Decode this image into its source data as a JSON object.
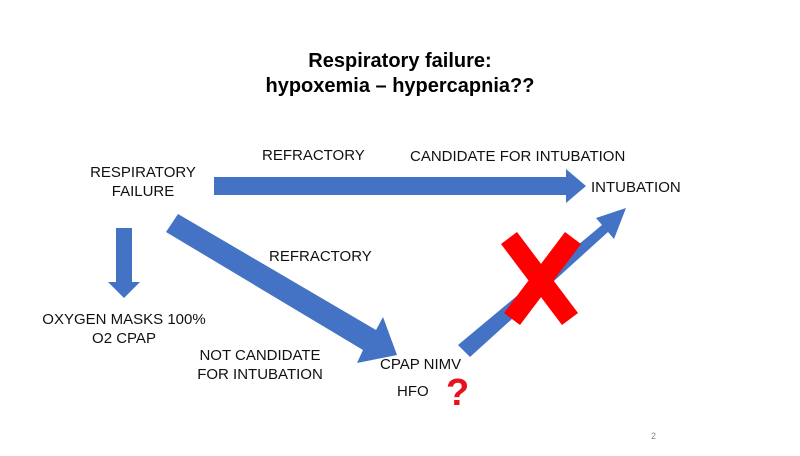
{
  "slide": {
    "title_line1": "Respiratory failure:",
    "title_line2": "hypoxemia – hypercapnia??",
    "page_number": "2"
  },
  "nodes": {
    "respiratory_failure_line1": "RESPIRATORY",
    "respiratory_failure_line2": "FAILURE",
    "intubation": "INTUBATION",
    "oxygen_line1": "OXYGEN MASKS 100%",
    "oxygen_line2": "O2 CPAP",
    "cpap_nimv": "CPAP NIMV",
    "hfo": "HFO"
  },
  "edge_labels": {
    "refractory_top": "REFRACTORY",
    "candidate": "CANDIDATE FOR INTUBATION",
    "refractory_diag": "REFRACTORY",
    "not_candidate_line1": "NOT CANDIDATE",
    "not_candidate_line2": "FOR INTUBATION"
  },
  "symbols": {
    "question_mark": "?",
    "cross": "red-x-icon"
  },
  "colors": {
    "arrow": "#4472C4",
    "cross": "#FF0000",
    "question": "#E8111E"
  }
}
